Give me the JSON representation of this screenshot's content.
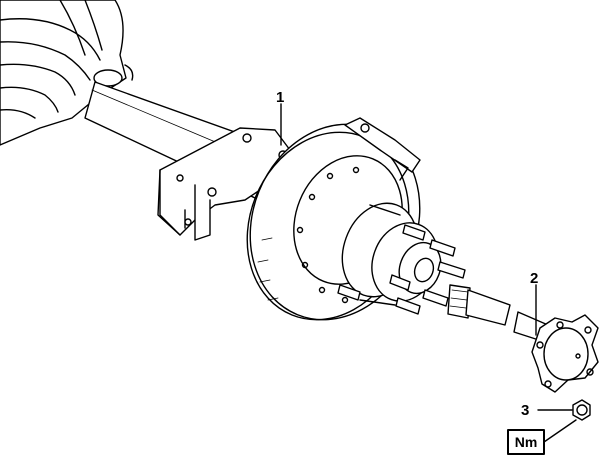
{
  "callouts": {
    "one": "1",
    "two": "2",
    "three": "3"
  },
  "torque_box": "Nm",
  "colors": {
    "line": "#000000",
    "fill": "#ffffff",
    "shade": "#e6e6e6"
  }
}
